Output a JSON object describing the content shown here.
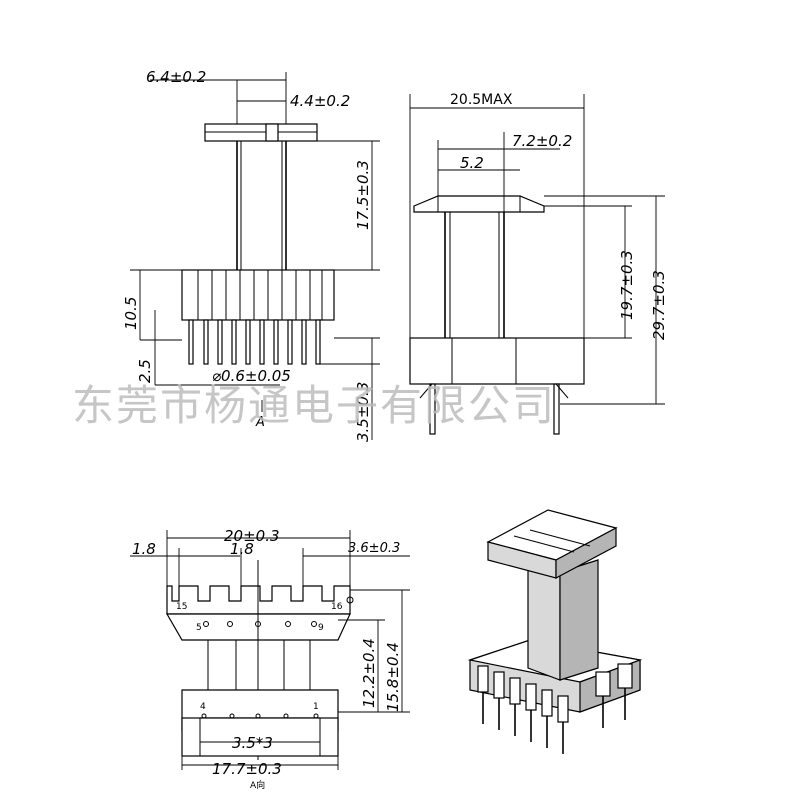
{
  "dimensions": {
    "top_width": "6.4±0.2",
    "inner_width": "4.4±0.2",
    "core_height": "17.5±0.3",
    "base_height": "10.5",
    "pin_height": "2.5",
    "pin_diameter": "⌀0.6±0.05",
    "pin_length": "3.5±0.3",
    "max_width": "20.5MAX",
    "slot_width": "7.2±0.2",
    "center_width": "5.2",
    "body_height": "19.7±0.3",
    "total_height": "29.7±0.3",
    "base_length": "20±0.3",
    "pin_offset_left": "1.8",
    "pin_pitch": "1.8",
    "end_width": "3.6±0.3",
    "depth_inner": "12.2±0.4",
    "depth_outer": "15.8±0.4",
    "bottom_pitch": "3.5*3",
    "bottom_length": "17.7±0.3"
  },
  "labels": {
    "view_a": "A",
    "view_a_bottom": "A向",
    "pin_15": "15",
    "pin_16": "16",
    "pin_5": "5",
    "pin_9": "9",
    "pin_4": "4",
    "pin_1": "1"
  },
  "watermark": "东莞市杨通电子有限公司"
}
